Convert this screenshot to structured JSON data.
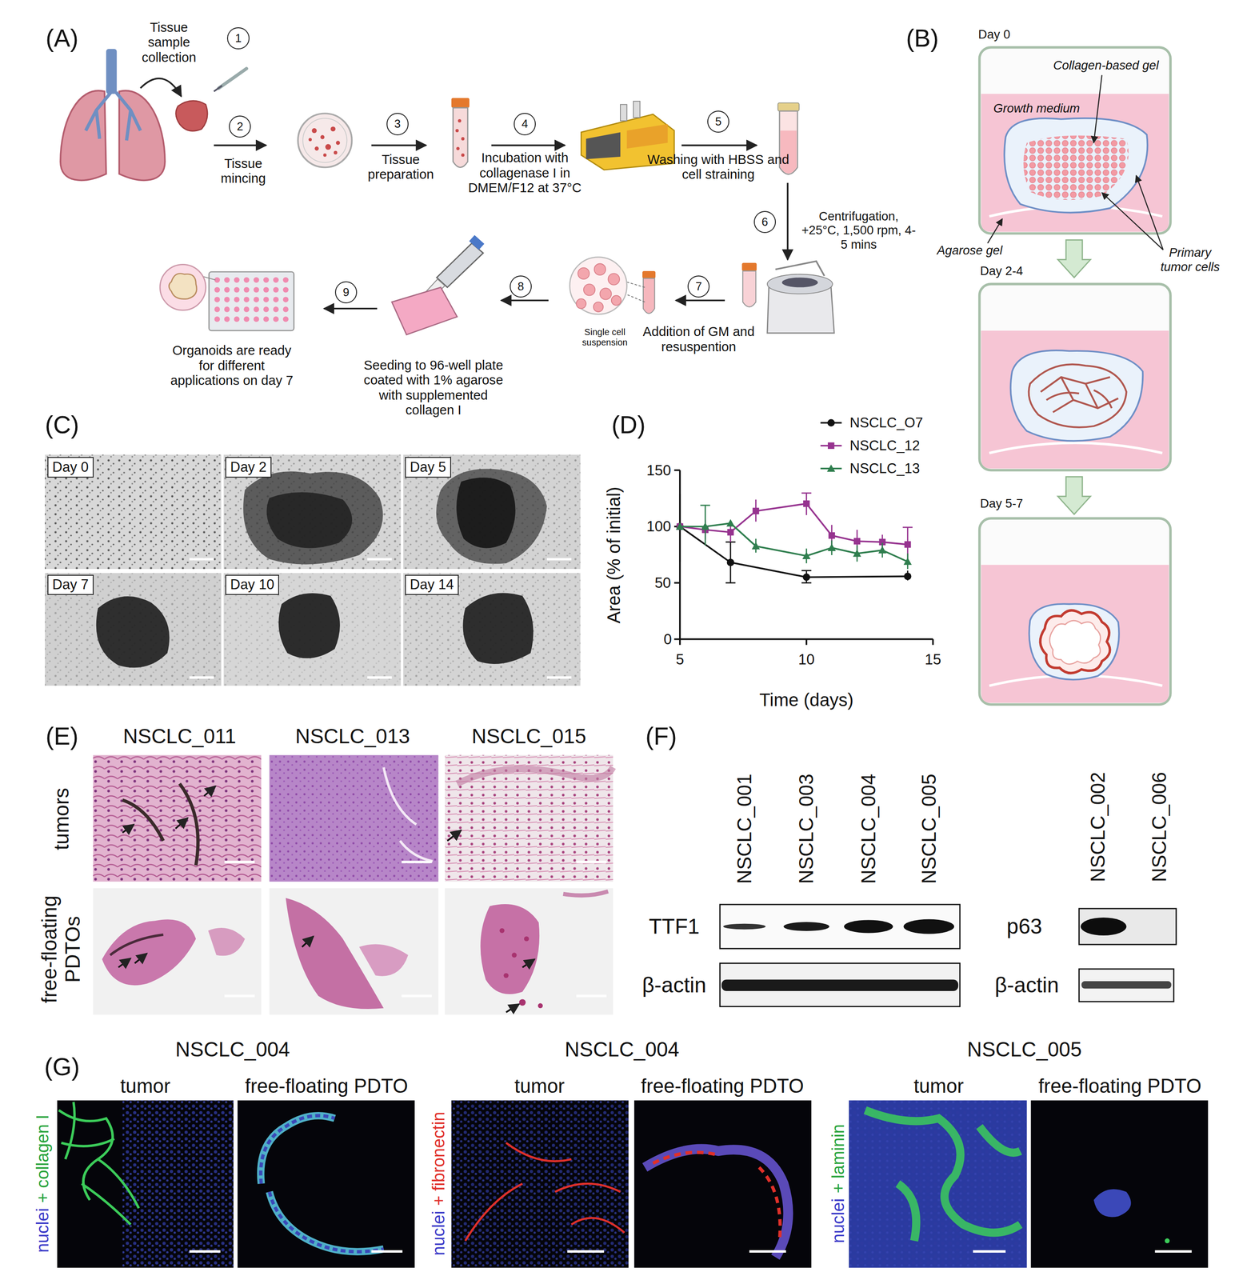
{
  "diagram": {
    "nodes": [
      {
        "text": [
          "1"
        ]
      },
      {
        "text": [
          "2"
        ]
      },
      {
        "text": [
          "3"
        ]
      },
      {
        "text": [
          "4"
        ]
      },
      {
        "text": [
          "5"
        ]
      },
      {
        "text": [
          "6"
        ]
      },
      {
        "text": [
          "7"
        ]
      },
      {
        "text": [
          "8"
        ]
      },
      {
        "text": [
          "9"
        ]
      },
      {
        "text": [
          "Day 0"
        ]
      },
      {
        "text": [
          "Day 2"
        ]
      },
      {
        "text": [
          "Day 5"
        ]
      },
      {
        "text": [
          "Day 7"
        ]
      },
      {
        "text": [
          "Day 10"
        ]
      },
      {
        "text": [
          "Day 14"
        ]
      }
    ],
    "labels": [
      "(A)",
      "Tissue sample collection",
      "Tissue mincing",
      "Tissue preparation",
      "Incubation with collagenase I in DMEM/F12 at 37°C",
      "Washing with HBSS and cell straining",
      "Centrifugation, +25°C, 1,500 rpm, 4-5 mins",
      "Single cell suspension",
      "Addition of GM and resuspention",
      "Seeding to 96-well plate coated with 1% agarose with supplemented collagen I",
      "Organoids are ready for different applications on day 7",
      "(B)",
      "Day 0",
      "Collagen-based gel",
      "Growth medium",
      "Agarose gel",
      "Primary tumor cells",
      "Day 2-4",
      "Day 5-7",
      "(C)",
      "(D)",
      "Area (% of initial)",
      "Time (days)",
      "150",
      "100",
      "50",
      "0",
      "5",
      "10",
      "15",
      "(E)",
      "NSCLC_011",
      "NSCLC_013",
      "NSCLC_015",
      "tumors",
      "free-floating PDTOs",
      "(F)",
      "NSCLC_001",
      "NSCLC_003",
      "NSCLC_004",
      "NSCLC_005",
      "NSCLC_002",
      "NSCLC_006",
      "TTF1",
      "β-actin",
      "p63",
      "β-actin",
      "(G)",
      "NSCLC_004",
      "tumor",
      "free-floating PDTO",
      "NSCLC_004",
      "tumor",
      "free-floating PDTO",
      "NSCLC_005",
      "tumor",
      "free-floating PDTO",
      "nuclei",
      "+ collagen I",
      "nuclei",
      "+ fibronectin",
      "nuclei",
      "+ laminin"
    ],
    "legend": [
      {
        "text": "NSCLC_O7"
      },
      {
        "text": "NSCLC_12"
      },
      {
        "text": "NSCLC_13"
      }
    ]
  }
}
